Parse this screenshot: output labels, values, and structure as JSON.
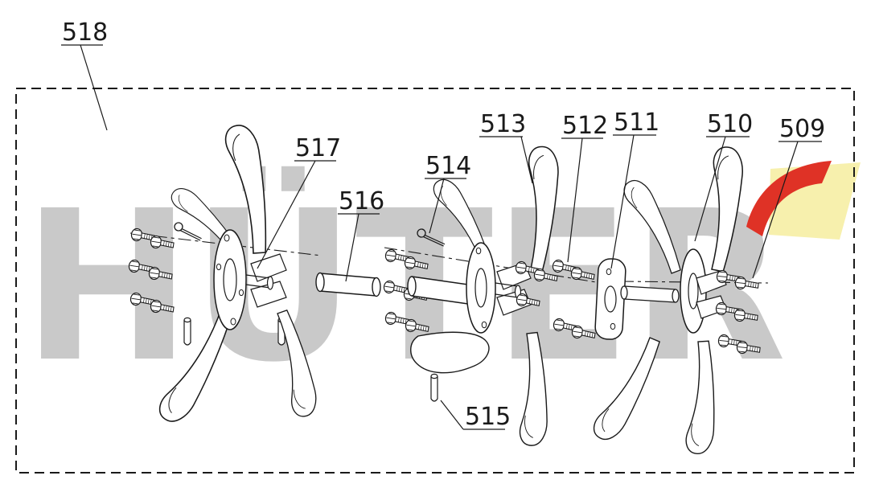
{
  "diagram": {
    "title": "exploded-parts-diagram",
    "watermark": "HÜTER",
    "colors": {
      "line": "#1a1a1a",
      "watermark_gray": "#c9c9c9",
      "logo_red": "#df3226",
      "logo_yellow": "#f7f0ad"
    },
    "labels": {
      "509": "509",
      "510": "510",
      "511": "511",
      "512": "512",
      "513": "513",
      "514": "514",
      "515": "515",
      "516": "516",
      "517": "517",
      "518": "518"
    }
  }
}
